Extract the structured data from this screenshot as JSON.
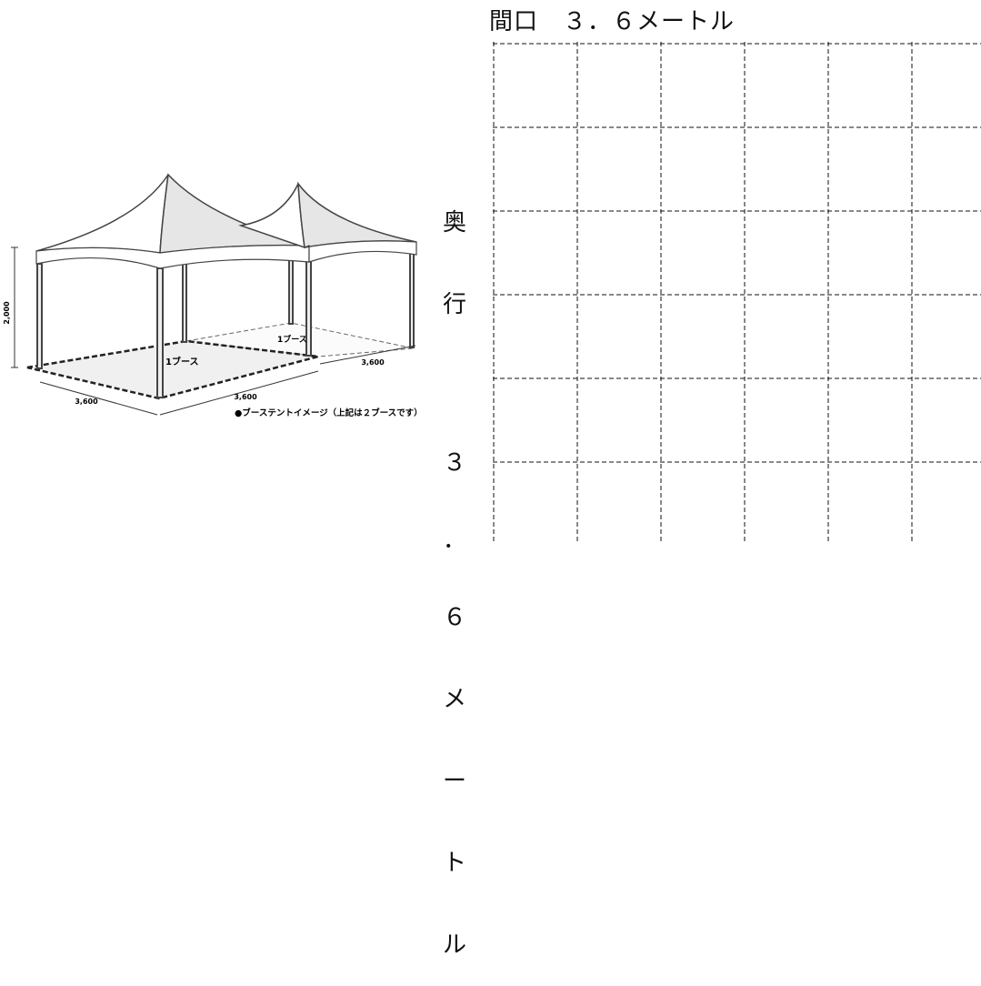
{
  "tent": {
    "height_label": "2,000",
    "left_depth_label": "3,600",
    "front_width_label": "3,600",
    "right_depth_label": "3,600",
    "booth_front_label": "1ブース",
    "booth_back_label": "1ブース",
    "caption": "●ブーステントイメージ（上記は２ブースです）"
  },
  "width_heading": "間口　３．６メートル",
  "depth_heading_lines": [
    "奥",
    "行",
    "",
    "３",
    "．",
    "６",
    "メ",
    "ー",
    "ト",
    "ル"
  ],
  "grid": {
    "columns": 6,
    "rows": 6
  },
  "colors": {
    "line": "#111111",
    "canvas_fill": "#e6e6e6",
    "floor_fill": "#f0f0f0"
  }
}
